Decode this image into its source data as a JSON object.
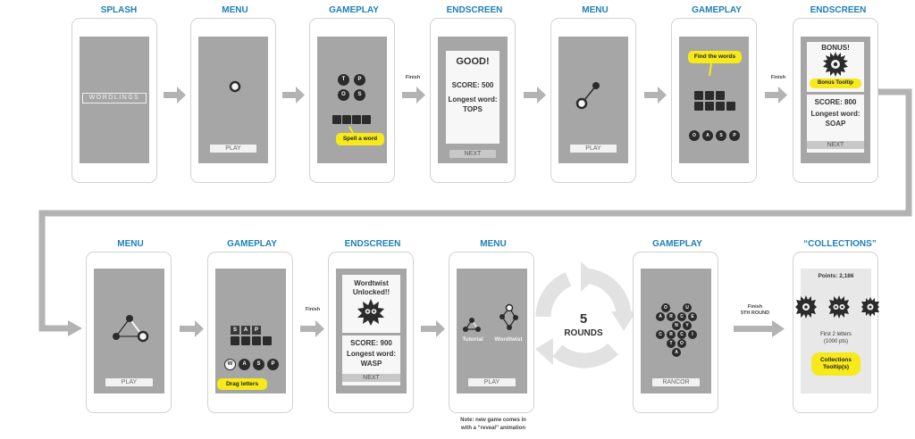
{
  "row1": {
    "titles": [
      "SPLASH",
      "MENU",
      "GAMEPLAY",
      "ENDSCREEN",
      "MENU",
      "GAMEPLAY",
      "ENDSCREEN"
    ],
    "splash_logo": "WORDLINGS",
    "menu1_button": "PLAY",
    "gameplay1": {
      "letters": [
        "T",
        "P",
        "O",
        "S"
      ],
      "tooltip": "Spell a word"
    },
    "end1": {
      "heading": "GOOD!",
      "score": "SCORE: 500",
      "longest_label": "Longest word:",
      "longest_word": "TOPS",
      "button": "NEXT"
    },
    "menu2_button": "PLAY",
    "gameplay2": {
      "tooltip": "Find the words",
      "letters": [
        "O",
        "A",
        "S",
        "P"
      ]
    },
    "end2": {
      "bonus": "BONUS!",
      "tooltip": "Bonus Tooltip",
      "score": "SCORE: 800",
      "longest_label": "Longest word:",
      "longest_word": "SOAP",
      "button": "NEXT"
    },
    "finish_labels": [
      "Finish",
      "Finish"
    ]
  },
  "row2": {
    "titles": [
      "MENU",
      "GAMEPLAY",
      "ENDSCREEN",
      "MENU",
      "GAMEPLAY",
      "“COLLECTIONS”"
    ],
    "menu3_button": "PLAY",
    "gameplay3": {
      "word_letters": [
        "S",
        "A",
        "P"
      ],
      "letters": [
        "W",
        "A",
        "S",
        "P"
      ],
      "tooltip": "Drag letters"
    },
    "end3": {
      "heading_line1": "Wordtwist",
      "heading_line2": "Unlocked!!",
      "score": "SCORE: 900",
      "longest_label": "Longest word:",
      "longest_word": "WASP",
      "button": "NEXT"
    },
    "menu4": {
      "option1": "Tutorial",
      "option2": "Wordtwist",
      "button": "PLAY"
    },
    "menu4_note_line1": "Note: new game comes in",
    "menu4_note_line2": "with a “reveal” animation",
    "cycle": {
      "number": "5",
      "label": "ROUNDS"
    },
    "gameplay4": {
      "letters": [
        "O",
        "U",
        "A",
        "R",
        "C",
        "E",
        "N",
        "Y",
        "C",
        "R",
        "C",
        "I",
        "T",
        "O",
        "A"
      ],
      "button": "RANCOR"
    },
    "finish_labels": [
      "Finish",
      "Finish",
      "5TH ROUND"
    ],
    "collections": {
      "points": "Points: 2,186",
      "caption_line1": "First 2 letters",
      "caption_line2": "(1000 pts)",
      "tooltip_line1": "Collections",
      "tooltip_line2": "Tooltip(s)"
    }
  },
  "colors": {
    "title": "#1e7fb8",
    "screen": "#a6a6a6",
    "arrow": "#b3b3b3",
    "tooltip": "#f7e91a",
    "token": "#2b2b2b"
  }
}
